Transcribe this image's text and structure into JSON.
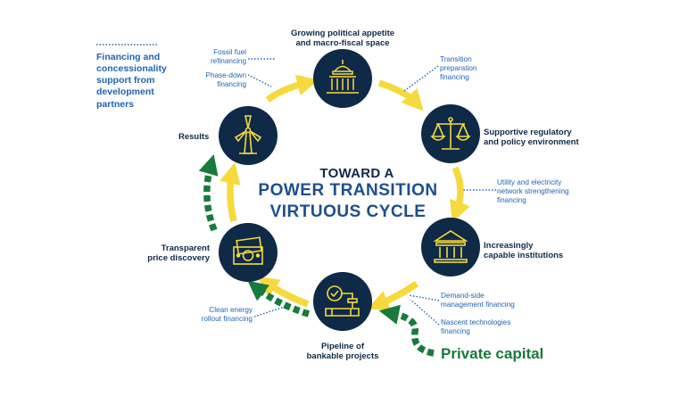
{
  "colors": {
    "navy": "#0e2a47",
    "accent_blue": "#1f63b4",
    "yellow": "#f6d93c",
    "green": "#187a3c"
  },
  "legend": {
    "lines": [
      "Financing and",
      "concessionality",
      "support from",
      "development",
      "partners"
    ]
  },
  "title": {
    "line1": "TOWARD A",
    "line2": "POWER  TRANSITION",
    "line3": "VIRTUOUS CYCLE"
  },
  "nodes": [
    {
      "id": "political",
      "icon": "capitol-building-icon",
      "label": [
        "Growing political appetite",
        "and macro-fiscal space"
      ]
    },
    {
      "id": "regulatory",
      "icon": "balance-scale-icon",
      "label": [
        "Supportive regulatory",
        "and policy environment"
      ]
    },
    {
      "id": "institutions",
      "icon": "institution-building-icon",
      "label": [
        "Increasingly",
        "capable institutions"
      ]
    },
    {
      "id": "pipeline",
      "icon": "pipeline-check-icon",
      "label": [
        "Pipeline of",
        "bankable projects"
      ]
    },
    {
      "id": "price",
      "icon": "banknote-icon",
      "label": [
        "Transparent",
        "price discovery"
      ]
    },
    {
      "id": "results",
      "icon": "wind-turbine-icon",
      "label": [
        "Results"
      ]
    }
  ],
  "financing": {
    "fossil": [
      "Fossil fuel",
      "refinancing"
    ],
    "phasedown": [
      "Phase-down",
      "financing"
    ],
    "transition": [
      "Transition",
      "preparation",
      "financing"
    ],
    "utility": [
      "Utility and electricity",
      "network strengthening",
      "financing"
    ],
    "demand": [
      "Demand-side",
      "management financing"
    ],
    "nascent": [
      "Nascent technologies",
      "financing"
    ],
    "clean": [
      "Clean energy",
      "rollout financing"
    ]
  },
  "private_capital": "Private capital"
}
